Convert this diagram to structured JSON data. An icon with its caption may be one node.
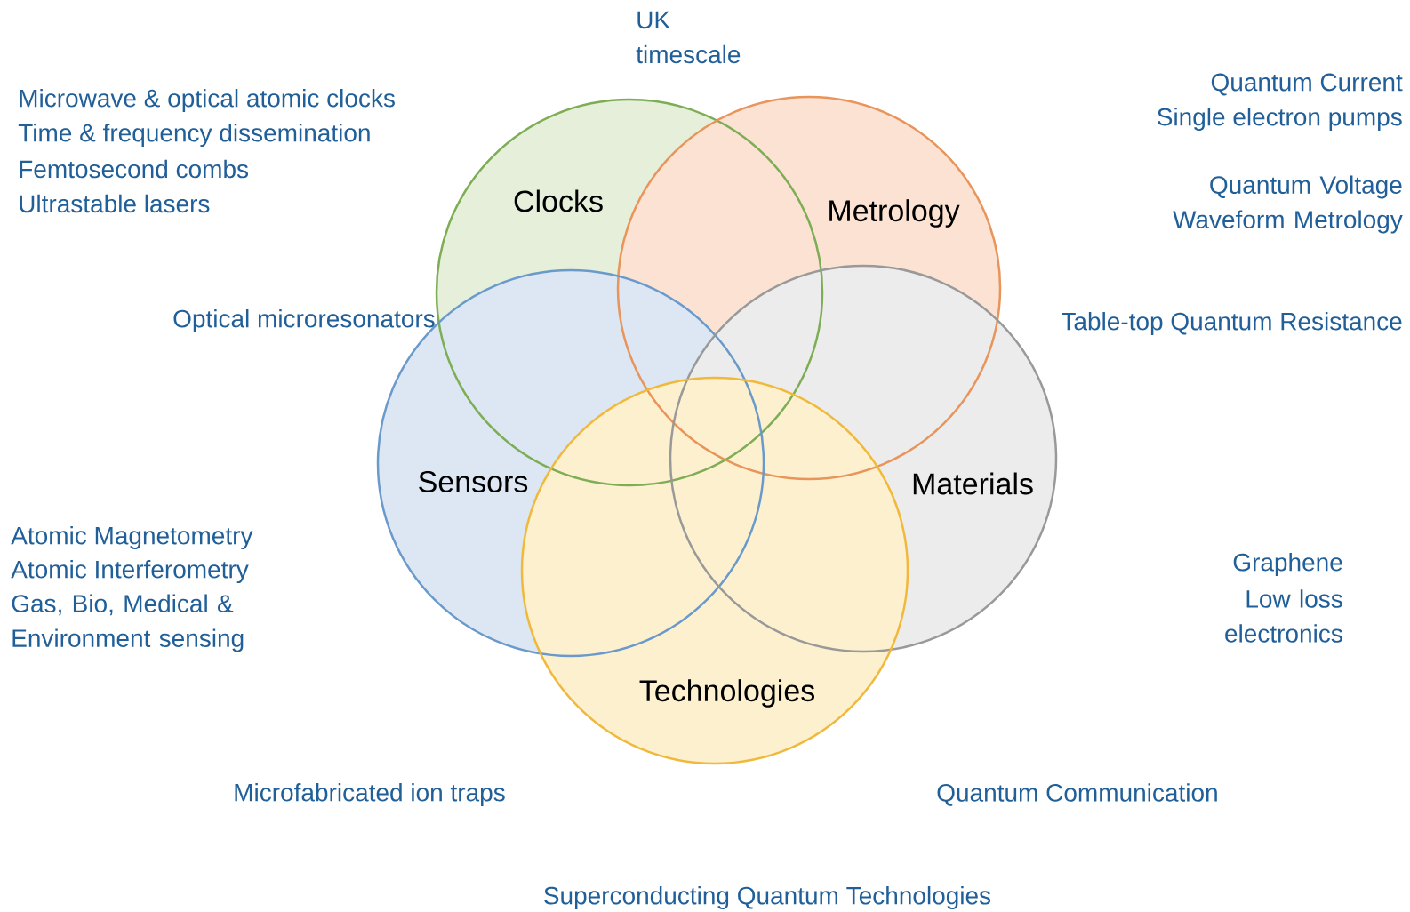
{
  "diagram": {
    "nodes": [
      {
        "text": [
          "Clocks"
        ]
      },
      {
        "text": [
          "Metrology"
        ]
      },
      {
        "text": [
          "Sensors"
        ]
      },
      {
        "text": [
          "Materials"
        ]
      },
      {
        "text": [
          "Technologies"
        ]
      }
    ],
    "labels": [
      "UK timescale",
      "Microwave & optical atomic clocks",
      "Time & frequency dissemination",
      "Femtosecond combs",
      "Ultrastable lasers",
      "Quantum Current",
      "Single electron pumps",
      "Quantum Voltage Waveform Metrology",
      "Optical microresonators",
      "Table-top Quantum Resistance",
      "Atomic Magnetometry",
      "Atomic Interferometry",
      "Gas, Bio, Medical & Environment sensing",
      "Graphene",
      "Low loss electronics",
      "Microfabricated ion traps",
      "Quantum Communication",
      "Superconducting Quantum Technologies"
    ]
  }
}
